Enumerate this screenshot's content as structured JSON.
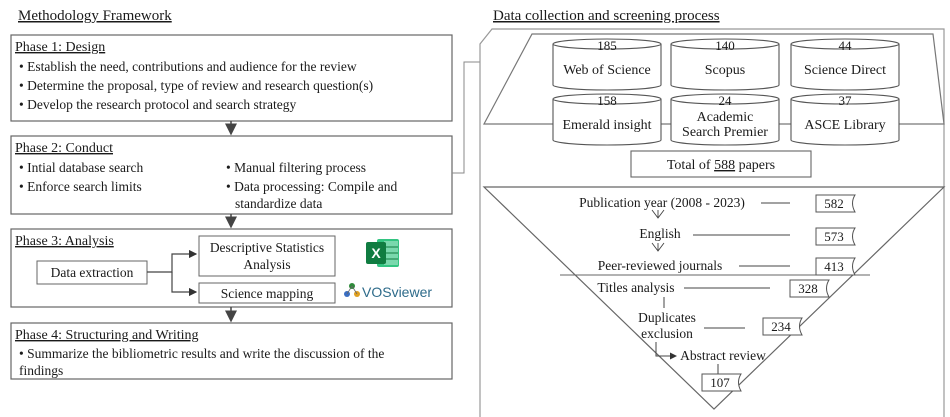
{
  "left": {
    "title": "Methodology Framework",
    "phases": [
      {
        "title": "Phase 1: Design",
        "bullets": [
          "• Establish the need, contributions and audience for the review",
          "• Determine the proposal, type of review and research question(s)",
          "• Develop the research protocol and search strategy"
        ]
      },
      {
        "title": "Phase 2: Conduct",
        "col1": [
          "• Intial database search",
          "• Enforce search limits"
        ],
        "col2": [
          "• Manual filtering process",
          "• Data processing: Compile and",
          "standardize data"
        ]
      },
      {
        "title": "Phase 3: Analysis",
        "extraction": "Data extraction",
        "descriptive": [
          "Descriptive Statistics",
          "Analysis"
        ],
        "mapping": "Science mapping",
        "excel_icon": "excel-icon",
        "vos_logo": "VOSviewer"
      },
      {
        "title": "Phase 4: Structuring and Writing",
        "bullets": [
          "• Summarize the bibliometric results and write the discussion of the",
          "findings"
        ]
      }
    ]
  },
  "right": {
    "title": "Data collection and screening process",
    "databases": [
      {
        "count": "185",
        "name": [
          "Web of Science"
        ]
      },
      {
        "count": "140",
        "name": [
          "Scopus"
        ]
      },
      {
        "count": "44",
        "name": [
          "Science Direct"
        ]
      },
      {
        "count": "158",
        "name": [
          "Emerald insight"
        ]
      },
      {
        "count": "24",
        "name": [
          "Academic",
          "Search Premier"
        ]
      },
      {
        "count": "37",
        "name": [
          "ASCE Library"
        ]
      }
    ],
    "total_prefix": "Total of ",
    "total_value": "588",
    "total_suffix": " papers",
    "filters": [
      {
        "label": [
          "Publication year (2008 - 2023)"
        ],
        "count": "582"
      },
      {
        "label": [
          "English"
        ],
        "count": "573"
      },
      {
        "label": [
          "Peer-reviewed journals"
        ],
        "count": "413"
      },
      {
        "label": [
          "Titles analysis"
        ],
        "count": "328"
      },
      {
        "label": [
          "Duplicates",
          "exclusion"
        ],
        "count": "234"
      },
      {
        "label": [
          "Abstract review"
        ],
        "count": "107"
      }
    ]
  }
}
